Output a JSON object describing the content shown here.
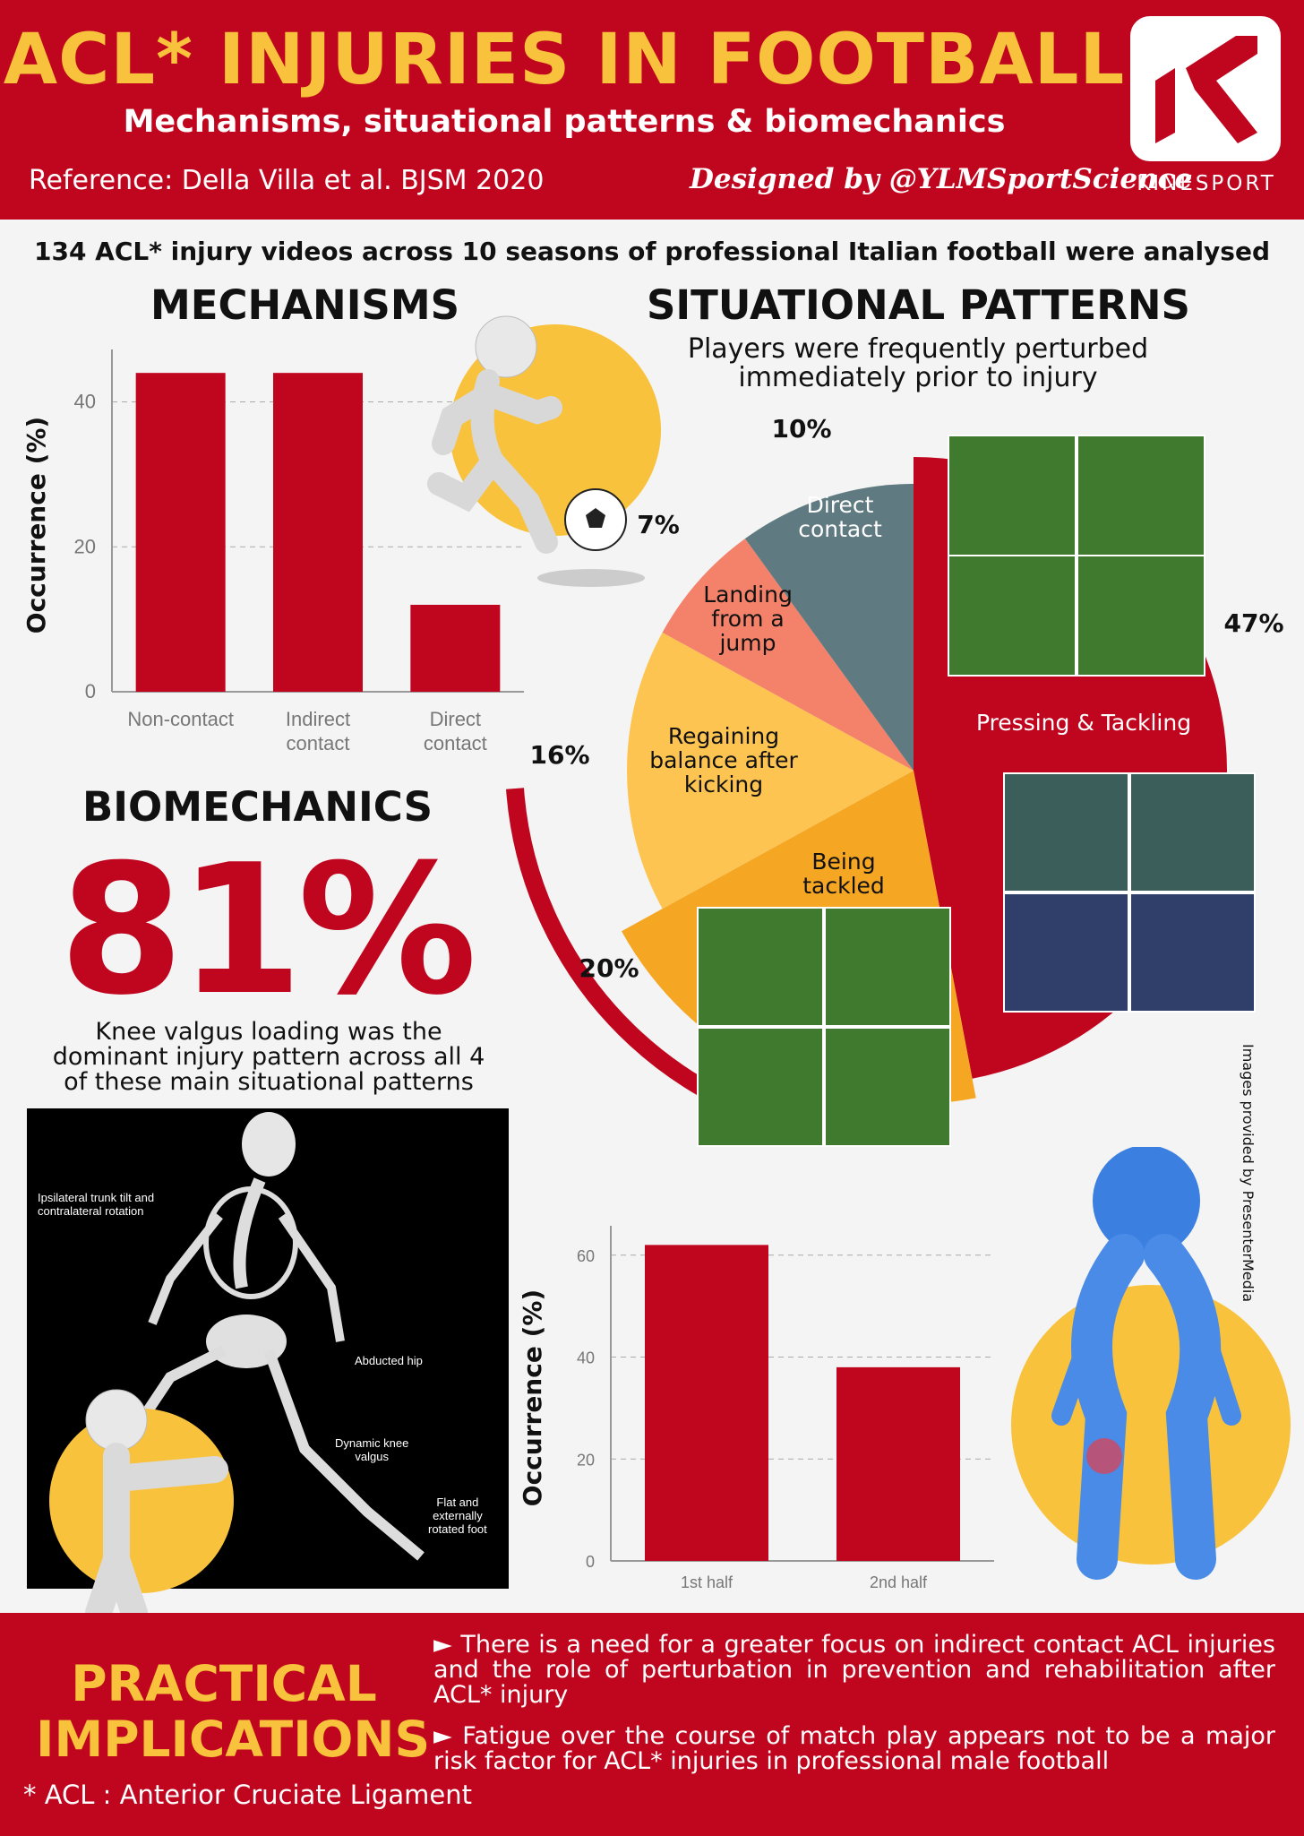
{
  "header": {
    "title": "ACL* INJURIES IN FOOTBALL",
    "subtitle": "Mechanisms, situational patterns & biomechanics",
    "reference": "Reference: Della Villa et al. BJSM 2020",
    "designed_by": "Designed by @YLMSportScience",
    "logo_name": "KINESPORT"
  },
  "intro": "134 ACL* injury videos across 10 seasons of professional Italian football were analysed",
  "mechanisms": {
    "title": "MECHANISMS"
  },
  "situational": {
    "title": "SITUATIONAL PATTERNS",
    "subtitle_line1": "Players were frequently perturbed",
    "subtitle_line2": "immediately prior to injury"
  },
  "biomechanics": {
    "title": "BIOMECHANICS",
    "big_value": "81%",
    "text_line1": "Knee valgus loading was the",
    "text_line2": "dominant injury pattern across all 4",
    "text_line3": "of these main situational patterns",
    "skeleton_labels": {
      "trunk_1": "Ipsilateral trunk tilt and",
      "trunk_2": "contralateral rotation",
      "hip": "Abducted hip",
      "knee_1": "Dynamic knee",
      "knee_2": "valgus",
      "foot_1": "Flat and",
      "foot_2": "externally",
      "foot_3": "rotated foot"
    }
  },
  "images_credit": "Images provided by PresenterMedia",
  "colors": {
    "red": "#c0061f",
    "yellow": "#f9c23c",
    "orange": "#f5a623",
    "light_yellow": "#fdc451",
    "salmon": "#f4826a",
    "slate": "#5f7a80"
  },
  "chart_data": [
    {
      "type": "bar",
      "categories": [
        "Non-contact",
        "Indirect contact",
        "Direct contact"
      ],
      "category_lines": [
        [
          "Non-contact"
        ],
        [
          "Indirect",
          "contact"
        ],
        [
          "Direct",
          "contact"
        ]
      ],
      "values": [
        44,
        44,
        12
      ],
      "ylabel": "Occurrence (%)",
      "yticks": [
        0,
        20,
        40
      ],
      "ylim": [
        0,
        46
      ],
      "grid": true
    },
    {
      "type": "pie",
      "slices": [
        {
          "label": "Pressing & Tackling",
          "value": 47,
          "pct_label": "47%"
        },
        {
          "label": "Being tackled",
          "value": 20,
          "pct_label": "20%"
        },
        {
          "label": "Regaining balance after kicking",
          "value": 16,
          "pct_label": "16%"
        },
        {
          "label": "Landing from a jump",
          "value": 7,
          "pct_label": "7%"
        },
        {
          "label": "Direct contact",
          "value": 10,
          "pct_label": "10%"
        }
      ]
    },
    {
      "type": "bar",
      "categories": [
        "1st half",
        "2nd half"
      ],
      "values": [
        62,
        38
      ],
      "ylabel": "Occurrence (%)",
      "yticks": [
        0,
        20,
        40,
        60
      ],
      "ylim": [
        0,
        64
      ],
      "grid": true
    }
  ],
  "practical": {
    "title_line1": "PRACTICAL",
    "title_line2": "IMPLICATIONS",
    "item1": "► There is a need for a greater focus on indirect contact ACL injuries and the role of perturbation in prevention and rehabilitation after ACL* injury",
    "item2": "► Fatigue over the course of match play appears not to be a major risk factor for ACL* injuries in professional male football",
    "acl_definition": "* ACL : Anterior Cruciate Ligament"
  }
}
